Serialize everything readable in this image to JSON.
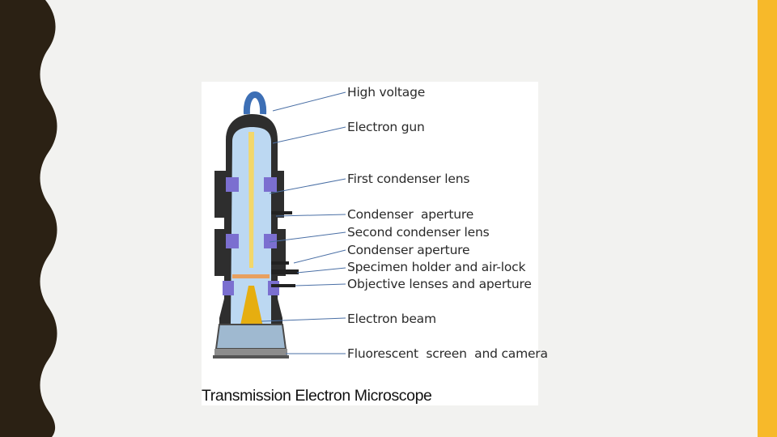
{
  "slide": {
    "colors": {
      "background": "#f2f2f0",
      "left_border": "#2b2114",
      "right_accent": "#f7b92a"
    }
  },
  "figure": {
    "caption": "Transmission Electron Microscope",
    "labels": [
      "High voltage",
      "Electron gun",
      "First condenser lens",
      "Condenser  aperture",
      "Second condenser lens",
      "Condenser aperture",
      "Specimen holder and air-lock",
      "Objective lenses and aperture",
      "Electron beam",
      "Fluorescent  screen  and camera"
    ]
  }
}
